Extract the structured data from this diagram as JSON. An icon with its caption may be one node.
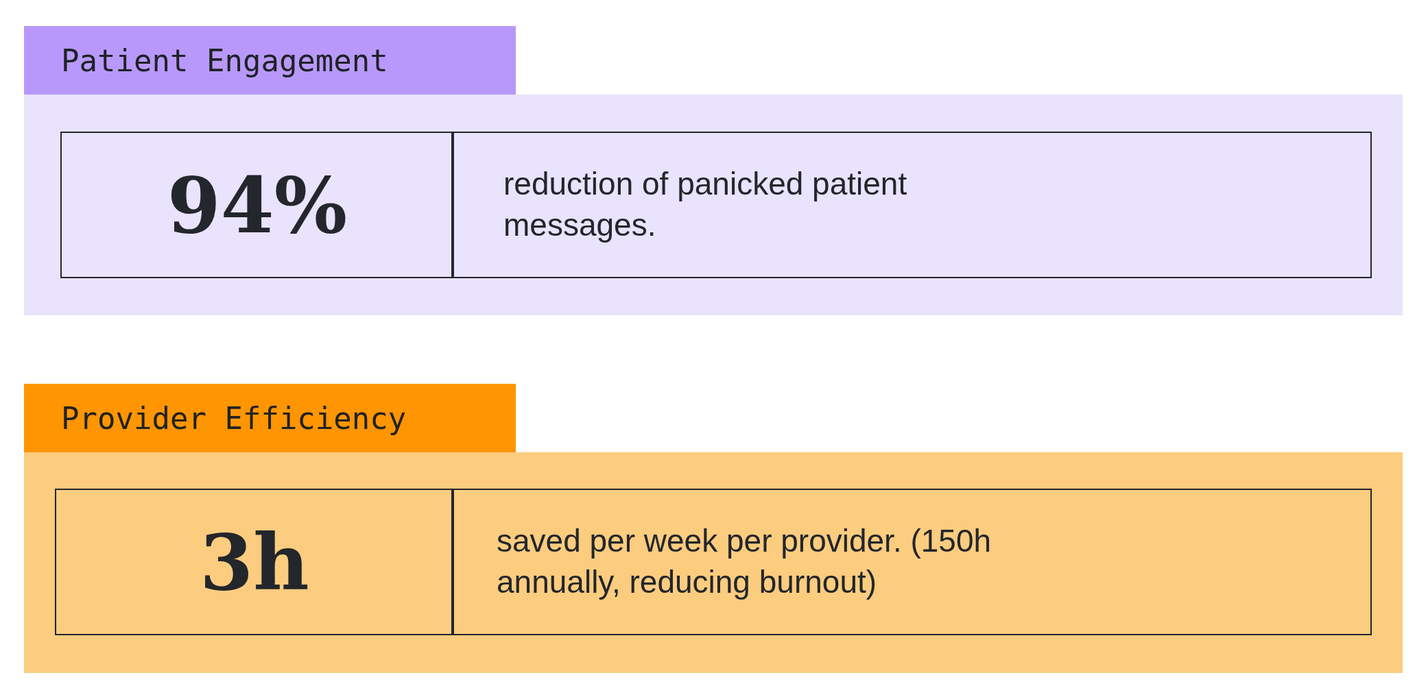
{
  "diagram": {
    "nodes": [
      {
        "text": [
          "Patient Engagement"
        ]
      },
      {
        "text": [
          "94%"
        ],
        "in": 0
      },
      {
        "text": [
          "reduction of panicked patient messages."
        ],
        "in": 0
      },
      {
        "text": [
          "Provider Efficiency"
        ]
      },
      {
        "text": [
          "3h"
        ],
        "in": 3
      },
      {
        "text": [
          "saved per week per provider. (150h annually, reducing burnout)"
        ],
        "in": 3
      }
    ],
    "edges": []
  }
}
